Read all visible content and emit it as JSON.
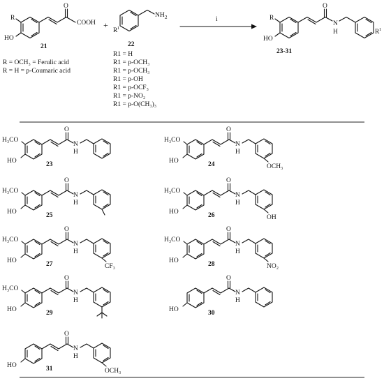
{
  "top": {
    "acid_label": "21",
    "amine_label": "22",
    "product_label": "23-31",
    "reagent": "i",
    "plus": "+",
    "cooh": "COOH",
    "nh2": "NH",
    "nh2_sub": "2",
    "r": "R",
    "ho": "HO",
    "o": "O",
    "h": "H",
    "n": "N",
    "r1_super": "1",
    "r_definitions": [
      "R = OCH₃ = Ferulic acid",
      "R = H = p-Coumaric acid"
    ],
    "r1_list": [
      "R1 = H",
      "R1 = p-OCH₃",
      "R1 = p-OCH₃",
      "R1 = p-OH",
      "R1 = p-OCF₃",
      "R1 = p-NO₂",
      "R1 = p-O(CH₃)₃"
    ]
  },
  "compounds": [
    {
      "id": "23",
      "meo": "H₃CO",
      "sub": ""
    },
    {
      "id": "24",
      "meo": "H₃CO",
      "sub": "OCH₃"
    },
    {
      "id": "25",
      "meo": "H₃CO",
      "sub": ""
    },
    {
      "id": "26",
      "meo": "H₃CO",
      "sub": "OH"
    },
    {
      "id": "27",
      "meo": "H₃CO",
      "sub": "CF₃"
    },
    {
      "id": "28",
      "meo": "H₃CO",
      "sub": "NO₂"
    },
    {
      "id": "29",
      "meo": "H₃CO",
      "sub": ""
    },
    {
      "id": "30",
      "meo": "",
      "sub": ""
    },
    {
      "id": "31",
      "meo": "",
      "sub": "OCH₃"
    }
  ]
}
